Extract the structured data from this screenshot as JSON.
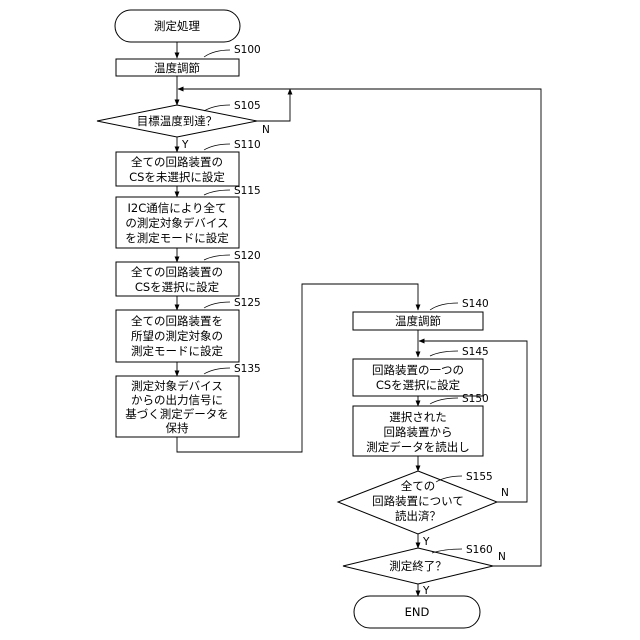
{
  "flowchart": {
    "start": "測定処理",
    "end": "END",
    "yes_label": "Y",
    "no_label": "N",
    "steps": {
      "s100": {
        "id": "S100",
        "lines": [
          "温度調節"
        ]
      },
      "s105": {
        "id": "S105",
        "lines": [
          "目標温度到達？"
        ]
      },
      "s110": {
        "id": "S110",
        "lines": [
          "全ての回路装置の",
          "CSを未選択に設定"
        ]
      },
      "s115": {
        "id": "S115",
        "lines": [
          "I2C通信により全て",
          "の測定対象デバイス",
          "を測定モードに設定"
        ]
      },
      "s120": {
        "id": "S120",
        "lines": [
          "全ての回路装置の",
          "CSを選択に設定"
        ]
      },
      "s125": {
        "id": "S125",
        "lines": [
          "全ての回路装置を",
          "所望の測定対象の",
          "測定モードに設定"
        ]
      },
      "s135": {
        "id": "S135",
        "lines": [
          "測定対象デバイス",
          "からの出力信号に",
          "基づく測定データを",
          "保持"
        ]
      },
      "s140": {
        "id": "S140",
        "lines": [
          "温度調節"
        ]
      },
      "s145": {
        "id": "S145",
        "lines": [
          "回路装置の一つの",
          "CSを選択に設定"
        ]
      },
      "s150": {
        "id": "S150",
        "lines": [
          "選択された",
          "回路装置から",
          "測定データを読出し"
        ]
      },
      "s155": {
        "id": "S155",
        "lines": [
          "全ての",
          "回路装置について",
          "読出済？"
        ]
      },
      "s160": {
        "id": "S160",
        "lines": [
          "測定終了？"
        ]
      }
    }
  }
}
